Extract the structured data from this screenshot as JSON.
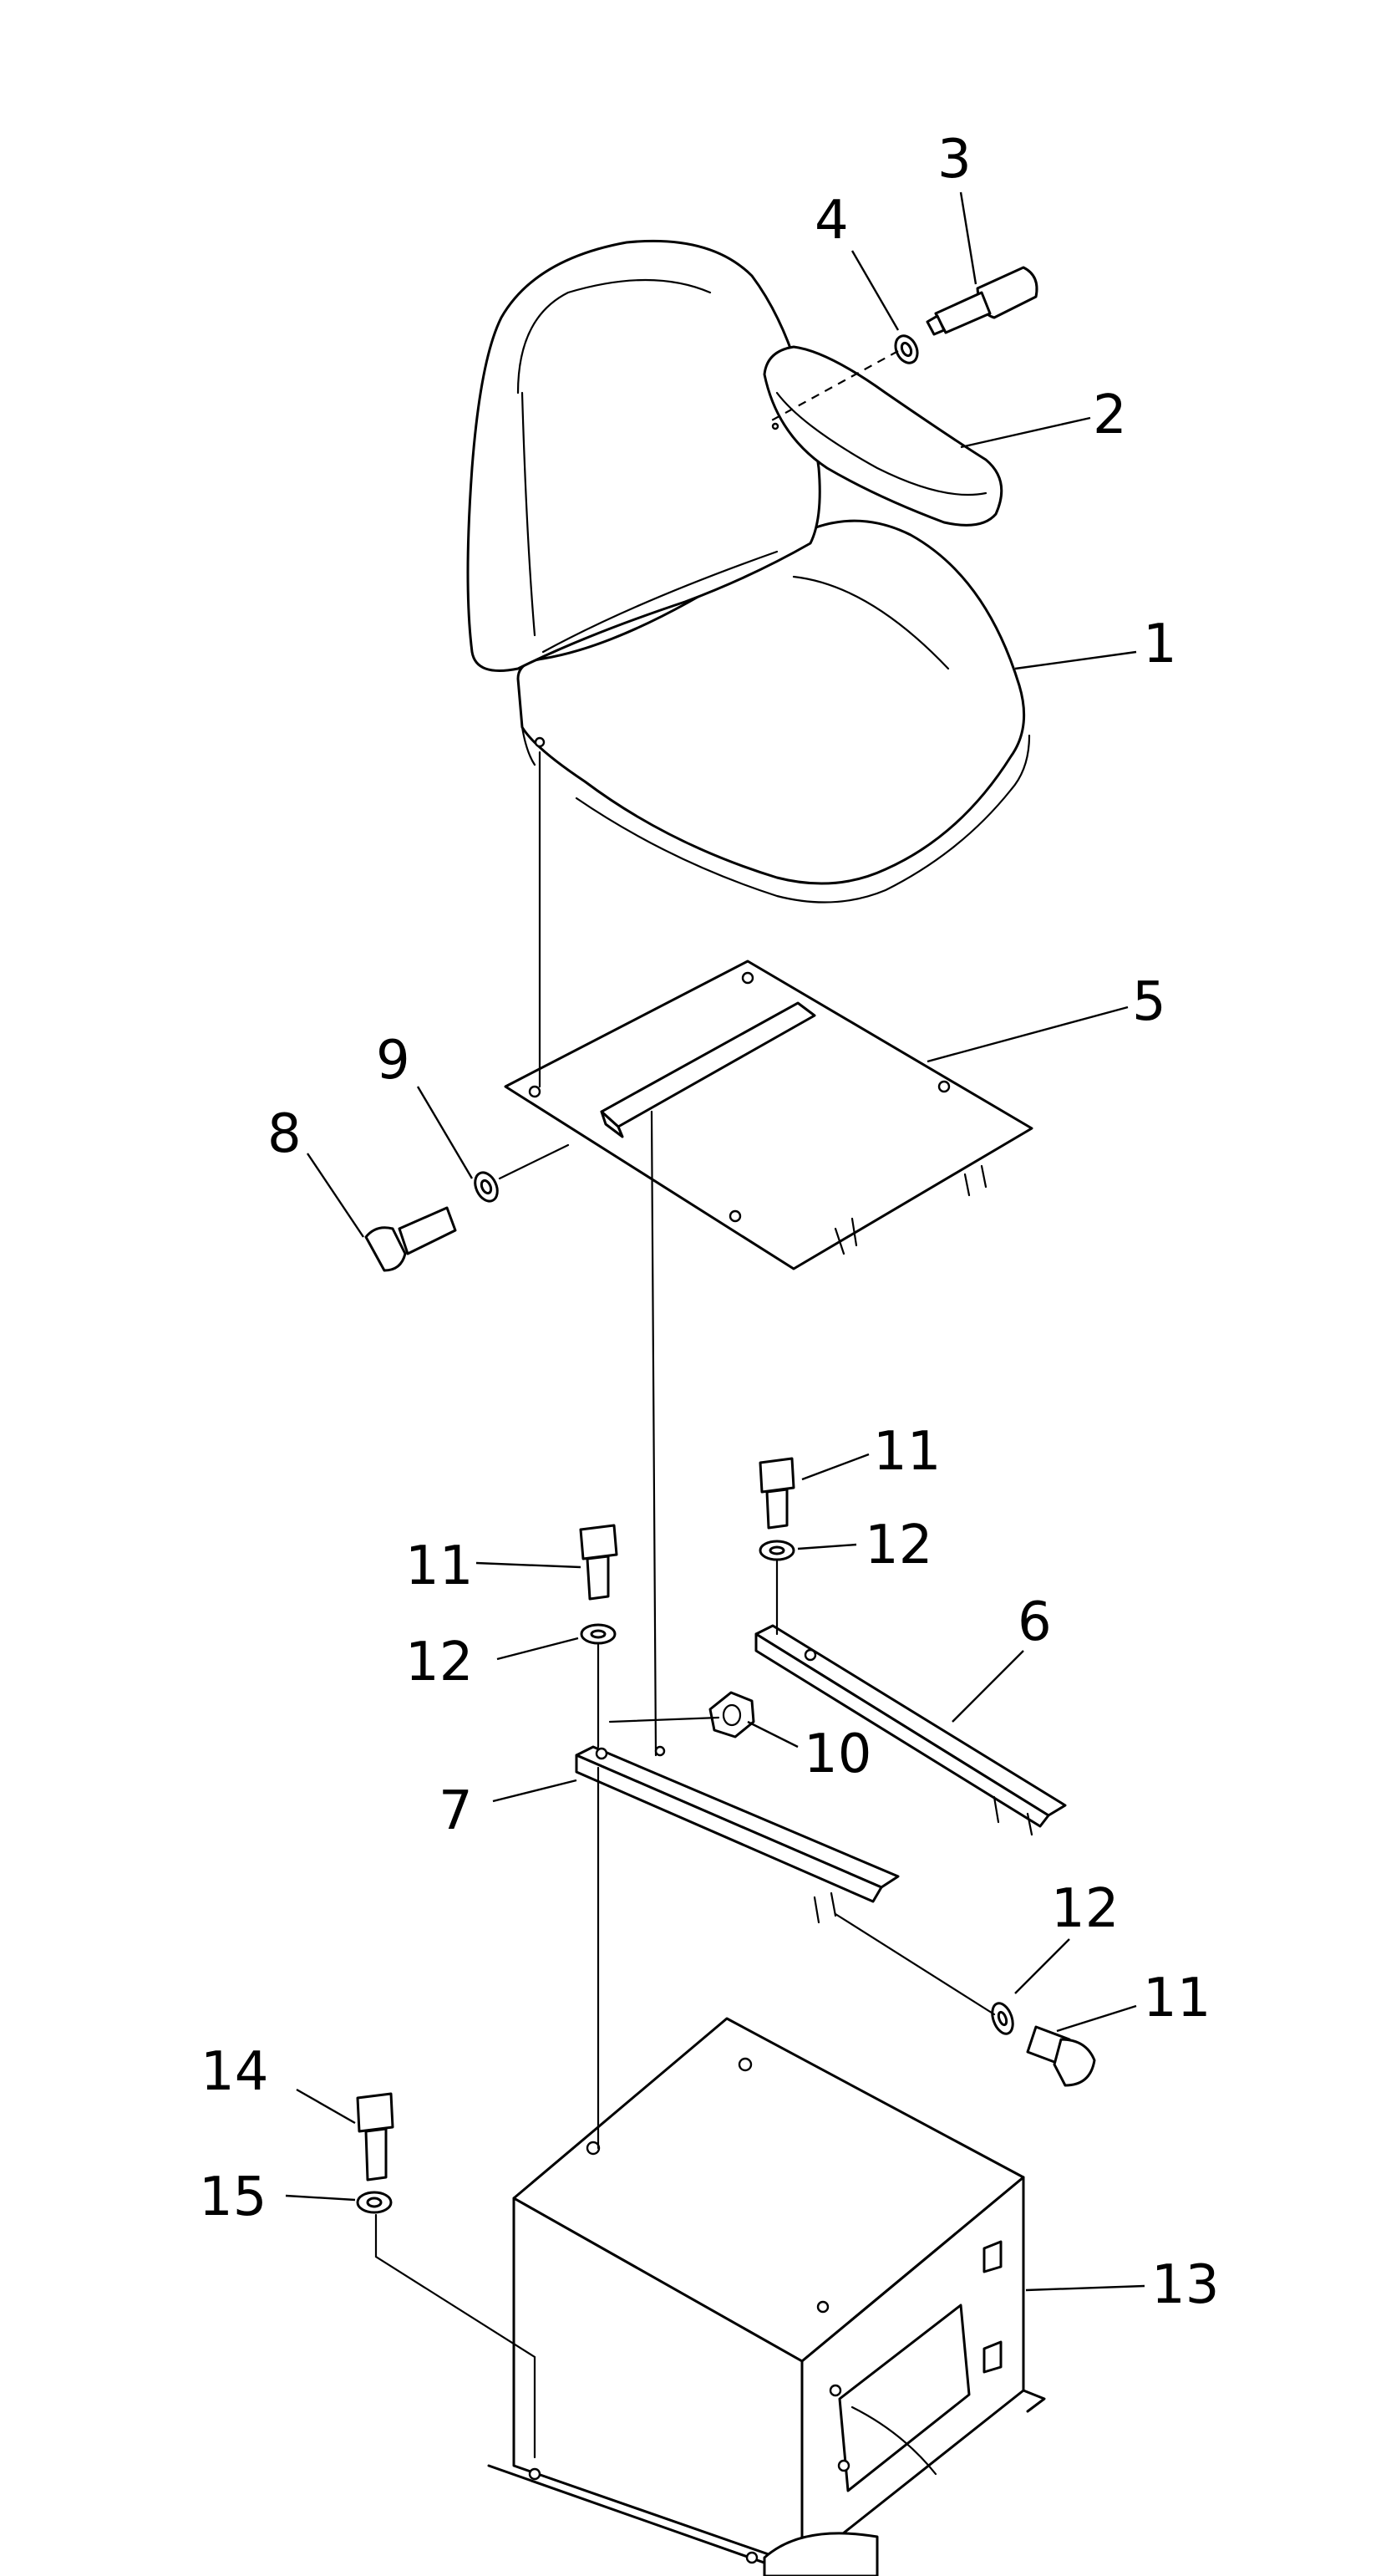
{
  "callouts": [
    {
      "id": "1",
      "label": "1"
    },
    {
      "id": "2",
      "label": "2"
    },
    {
      "id": "3",
      "label": "3"
    },
    {
      "id": "4",
      "label": "4"
    },
    {
      "id": "5",
      "label": "5"
    },
    {
      "id": "6",
      "label": "6"
    },
    {
      "id": "7",
      "label": "7"
    },
    {
      "id": "8",
      "label": "8"
    },
    {
      "id": "9",
      "label": "9"
    },
    {
      "id": "10",
      "label": "10"
    },
    {
      "id": "11a",
      "label": "11"
    },
    {
      "id": "11b",
      "label": "11"
    },
    {
      "id": "11c",
      "label": "11"
    },
    {
      "id": "12a",
      "label": "12"
    },
    {
      "id": "12b",
      "label": "12"
    },
    {
      "id": "12c",
      "label": "12"
    },
    {
      "id": "13",
      "label": "13"
    },
    {
      "id": "14",
      "label": "14"
    },
    {
      "id": "15",
      "label": "15"
    }
  ]
}
